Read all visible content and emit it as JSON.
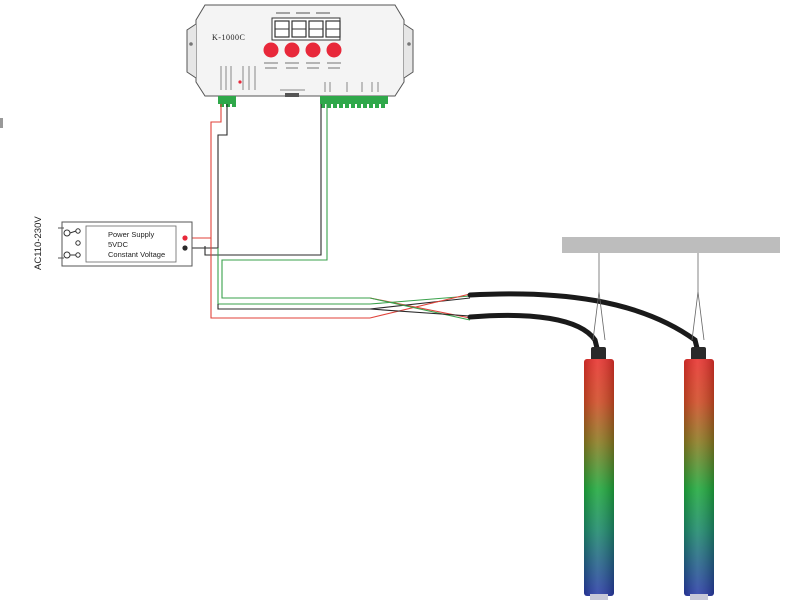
{
  "controller": {
    "model": "K-1000C"
  },
  "power_supply": {
    "line1": "Power Supply",
    "line2": "5VDC",
    "line3": "Constant Voltage"
  },
  "ac_input": {
    "label": "AC110-230V"
  },
  "colors": {
    "wire_red": "#e0423a",
    "wire_green": "#3aa14b",
    "wire_black": "#2a2a2a",
    "button_red": "#e8283a",
    "connector_green": "#2fa84a",
    "bar_grey": "#bdbdbd",
    "tube_top": "#e8302c",
    "tube_mid": "#1ea83c",
    "tube_bottom": "#2a3aa8"
  },
  "led_tubes": {
    "count": 2
  }
}
